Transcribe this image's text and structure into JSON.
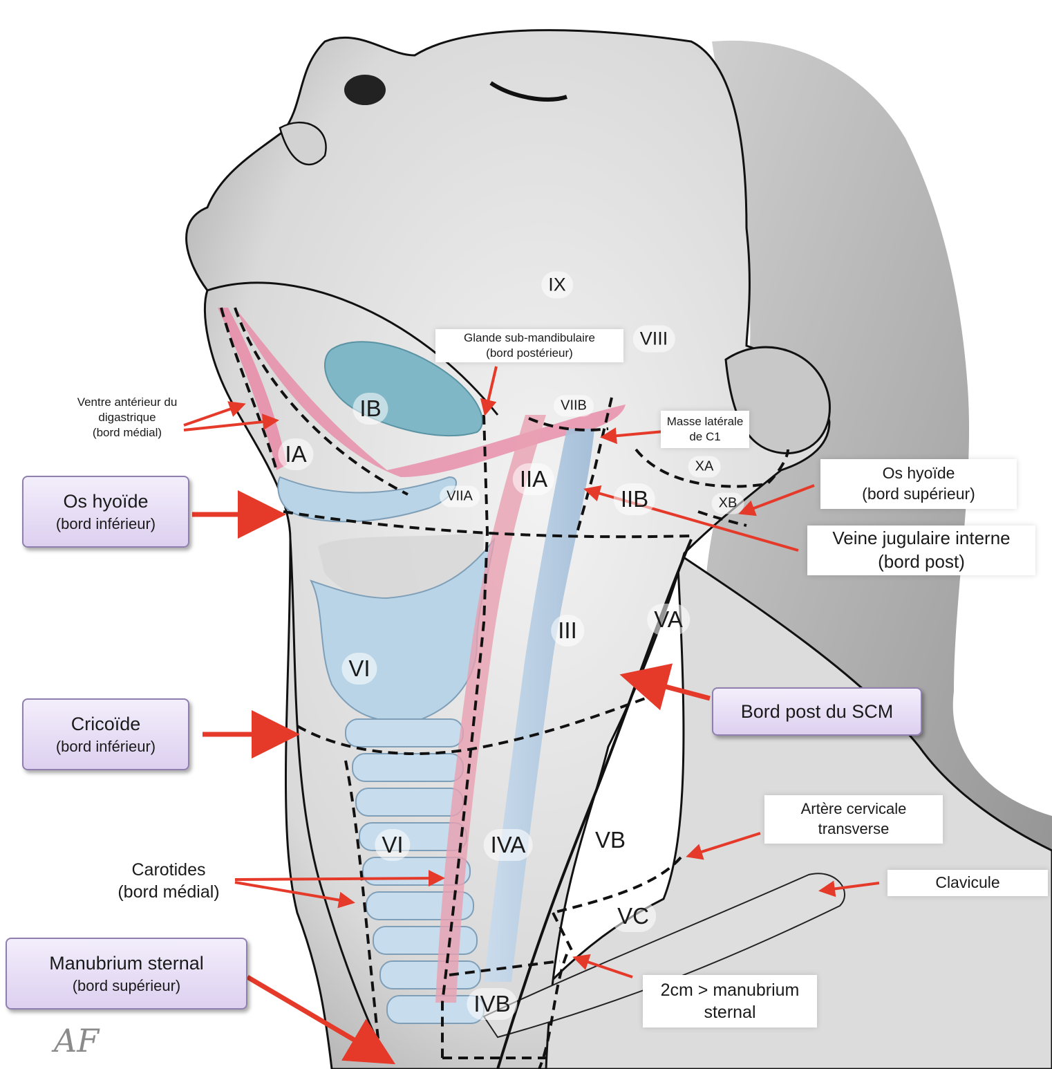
{
  "levels": {
    "IX": "IX",
    "VIII": "VIII",
    "IB": "IB",
    "IA": "IA",
    "VIIB": "VIIB",
    "IIA": "IIA",
    "IIB": "IIB",
    "VIIA": "VIIA",
    "XA": "XA",
    "XB": "XB",
    "III": "III",
    "VA": "VA",
    "VI_upper": "VI",
    "VI_lower": "VI",
    "IVA": "IVA",
    "VB": "VB",
    "VC": "VC",
    "IVB": "IVB"
  },
  "labels": {
    "glande": {
      "line1": "Glande sub-mandibulaire",
      "line2": "(bord postérieur)"
    },
    "ventre": {
      "line1": "Ventre antérieur du",
      "line2": "digastrique",
      "line3": "(bord médial)"
    },
    "masse": {
      "line1": "Masse latérale",
      "line2": "de C1"
    },
    "hyoide_sup": {
      "line1": "Os hyoïde",
      "line2": "(bord supérieur)"
    },
    "veine": {
      "line1": "Veine jugulaire interne",
      "line2": "(bord post)"
    },
    "arteria": {
      "line1": "Artère cervicale",
      "line2": "transverse"
    },
    "clavicule": {
      "line1": "Clavicule"
    },
    "carotides": {
      "line1": "Carotides",
      "line2": "(bord médial)"
    },
    "manubrium_2cm": {
      "line1": "2cm > manubrium",
      "line2": "sternal"
    }
  },
  "boxes": {
    "hyoide_inf": {
      "line1": "Os hyoïde",
      "line2": "(bord inférieur)"
    },
    "cricoide": {
      "line1": "Cricoïde",
      "line2": "(bord inférieur)"
    },
    "scm": {
      "line1": "Bord post du SCM"
    },
    "manubrium": {
      "line1": "Manubrium sternal",
      "line2": "(bord supérieur)"
    }
  },
  "signature": "AF",
  "colors": {
    "arrow": "#e53a2a",
    "box_border": "#8e7fae",
    "muscle": "#e88aa6",
    "gland": "#7fb7c6",
    "cartilage": "#b8d4e6"
  }
}
